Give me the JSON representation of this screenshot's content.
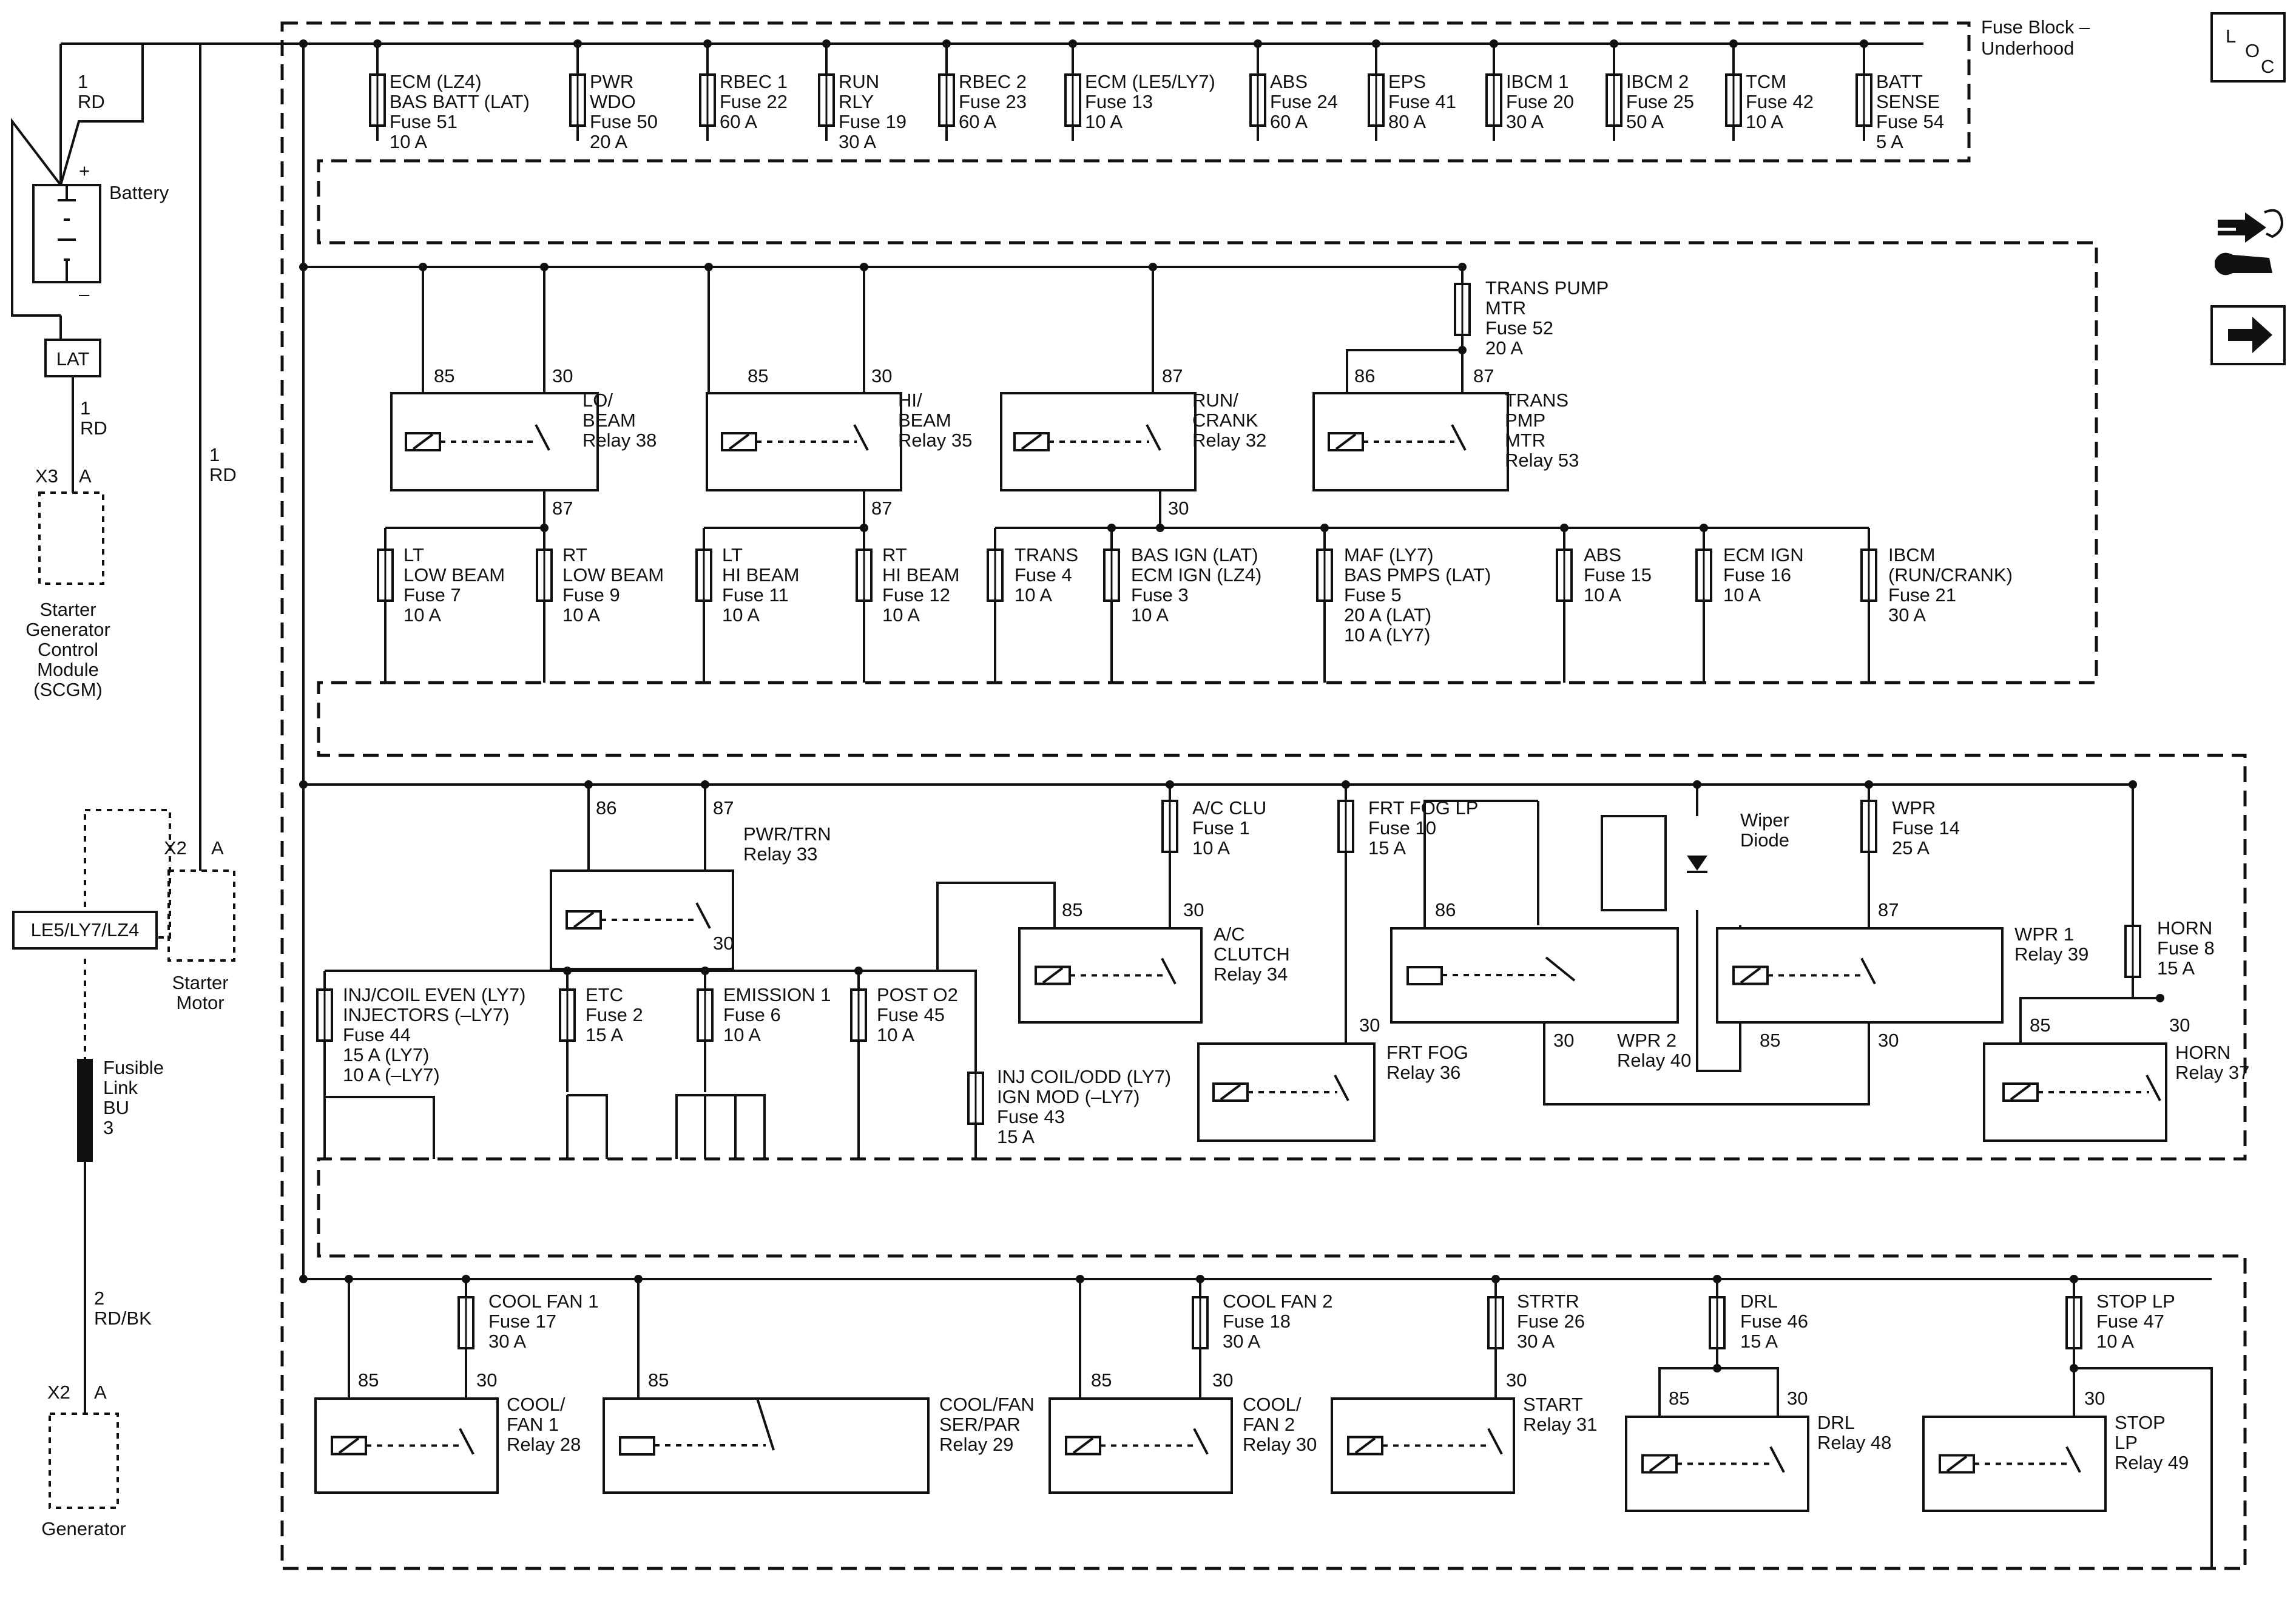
{
  "loc_icon": {
    "letters": [
      "L",
      "O",
      "C"
    ]
  },
  "nav_icons": [
    "repair-tools-icon",
    "next-arrow-icon"
  ],
  "fuse_block_title": [
    "Fuse Block –",
    "Underhood"
  ],
  "battery": {
    "label": "Battery",
    "plus": "+",
    "minus": "–",
    "wire_top": [
      "1",
      "RD"
    ]
  },
  "lat_box": "LAT",
  "lat_wire": [
    "1",
    "RD"
  ],
  "starter_wire": [
    "1",
    "RD"
  ],
  "scgm": {
    "connector": "X3",
    "pin": "A",
    "name": [
      "Starter",
      "Generator",
      "Control",
      "Module",
      "(SCGM)"
    ]
  },
  "starter_motor": {
    "connector": "X2",
    "pin": "A",
    "name": [
      "Starter",
      "Motor"
    ]
  },
  "engine_box": "LE5/LY7/LZ4",
  "fusible_link": [
    "Fusible",
    "Link",
    "BU",
    "3"
  ],
  "gen_wire": [
    "2",
    "RD/BK"
  ],
  "generator": {
    "connector": "X2",
    "pin": "A",
    "name": "Generator"
  },
  "top_fuses": [
    [
      "ECM (LZ4)",
      "BAS BATT (LAT)",
      "Fuse 51",
      "10 A"
    ],
    [
      "PWR",
      "WDO",
      "Fuse 50",
      "20 A"
    ],
    [
      "RBEC 1",
      "Fuse 22",
      "60 A"
    ],
    [
      "RUN",
      "RLY",
      "Fuse 19",
      "30 A"
    ],
    [
      "RBEC 2",
      "Fuse 23",
      "60 A"
    ],
    [
      "ECM (LE5/LY7)",
      "Fuse 13",
      "10 A"
    ],
    [
      "ABS",
      "Fuse 24",
      "60 A"
    ],
    [
      "EPS",
      "Fuse 41",
      "80 A"
    ],
    [
      "IBCM 1",
      "Fuse 20",
      "30 A"
    ],
    [
      "IBCM 2",
      "Fuse 25",
      "50 A"
    ],
    [
      "TCM",
      "Fuse 42",
      "10 A"
    ],
    [
      "BATT",
      "SENSE",
      "Fuse 54",
      "5 A"
    ]
  ],
  "trans_pump_fuse": [
    "TRANS PUMP",
    "MTR",
    "Fuse 52",
    "20 A"
  ],
  "pins": {
    "p85": "85",
    "p86": "86",
    "p87": "87",
    "p30": "30"
  },
  "relays": {
    "lo_beam": [
      "LO/",
      "BEAM",
      "Relay 38"
    ],
    "hi_beam": [
      "HI/",
      "BEAM",
      "Relay 35"
    ],
    "run_crank": [
      "RUN/",
      "CRANK",
      "Relay 32"
    ],
    "trans_pmp": [
      "TRANS",
      "PMP",
      "MTR",
      "Relay 53"
    ],
    "pwr_trn": [
      "PWR/TRN",
      "Relay 33"
    ],
    "ac_clutch": [
      "A/C",
      "CLUTCH",
      "Relay 34"
    ],
    "frt_fog": [
      "FRT FOG",
      "Relay 36"
    ],
    "wpr2": [
      "WPR 2",
      "Relay 40"
    ],
    "wpr1": [
      "WPR 1",
      "Relay 39"
    ],
    "horn": [
      "HORN",
      "Relay 37"
    ],
    "cool_fan1": [
      "COOL/",
      "FAN 1",
      "Relay 28"
    ],
    "cool_fan_ser": [
      "COOL/FAN",
      "SER/PAR",
      "Relay 29"
    ],
    "cool_fan2": [
      "COOL/",
      "FAN 2",
      "Relay 30"
    ],
    "start": [
      "START",
      "Relay 31"
    ],
    "drl": [
      "DRL",
      "Relay 48"
    ],
    "stop_lp": [
      "STOP",
      "LP",
      "Relay 49"
    ]
  },
  "row2_fuses": {
    "lt_low": [
      "LT",
      "LOW BEAM",
      "Fuse 7",
      "10 A"
    ],
    "rt_low": [
      "RT",
      "LOW BEAM",
      "Fuse 9",
      "10 A"
    ],
    "lt_hi": [
      "LT",
      "HI BEAM",
      "Fuse 11",
      "10 A"
    ],
    "rt_hi": [
      "RT",
      "HI BEAM",
      "Fuse 12",
      "10 A"
    ],
    "trans": [
      "TRANS",
      "Fuse 4",
      "10 A"
    ],
    "bas_ign": [
      "BAS IGN (LAT)",
      "ECM IGN (LZ4)",
      "Fuse 3",
      "10 A"
    ],
    "maf": [
      "MAF (LY7)",
      "BAS PMPS (LAT)",
      "Fuse 5",
      "20 A (LAT)",
      "10 A (LY7)"
    ],
    "abs15": [
      "ABS",
      "Fuse 15",
      "10 A"
    ],
    "ecm_ign": [
      "ECM IGN",
      "Fuse 16",
      "10 A"
    ],
    "ibcm": [
      "IBCM",
      "(RUN/CRANK)",
      "Fuse 21",
      "30 A"
    ]
  },
  "row3_fuses": {
    "ac_clu": [
      "A/C CLU",
      "Fuse 1",
      "10 A"
    ],
    "frt_fog_lp": [
      "FRT FOG LP",
      "Fuse 10",
      "15 A"
    ],
    "wpr": [
      "WPR",
      "Fuse 14",
      "25 A"
    ],
    "horn": [
      "HORN",
      "Fuse 8",
      "15 A"
    ],
    "inj_even": [
      "INJ/COIL EVEN (LY7)",
      "INJECTORS (–LY7)",
      "Fuse 44",
      "15 A (LY7)",
      "10 A (–LY7)"
    ],
    "etc": [
      "ETC",
      "Fuse 2",
      "15 A"
    ],
    "emission": [
      "EMISSION 1",
      "Fuse 6",
      "10 A"
    ],
    "post_o2": [
      "POST O2",
      "Fuse 45",
      "10 A"
    ],
    "inj_odd": [
      "INJ COIL/ODD (LY7)",
      "IGN MOD (–LY7)",
      "Fuse 43",
      "15 A"
    ]
  },
  "wiper_diode": [
    "Wiper",
    "Diode"
  ],
  "row4_fuses": {
    "cool_fan1": [
      "COOL FAN 1",
      "Fuse 17",
      "30 A"
    ],
    "cool_fan2": [
      "COOL FAN 2",
      "Fuse 18",
      "30 A"
    ],
    "strtr": [
      "STRTR",
      "Fuse 26",
      "30 A"
    ],
    "drl": [
      "DRL",
      "Fuse 46",
      "15 A"
    ],
    "stop_lp": [
      "STOP LP",
      "Fuse 47",
      "10 A"
    ]
  }
}
